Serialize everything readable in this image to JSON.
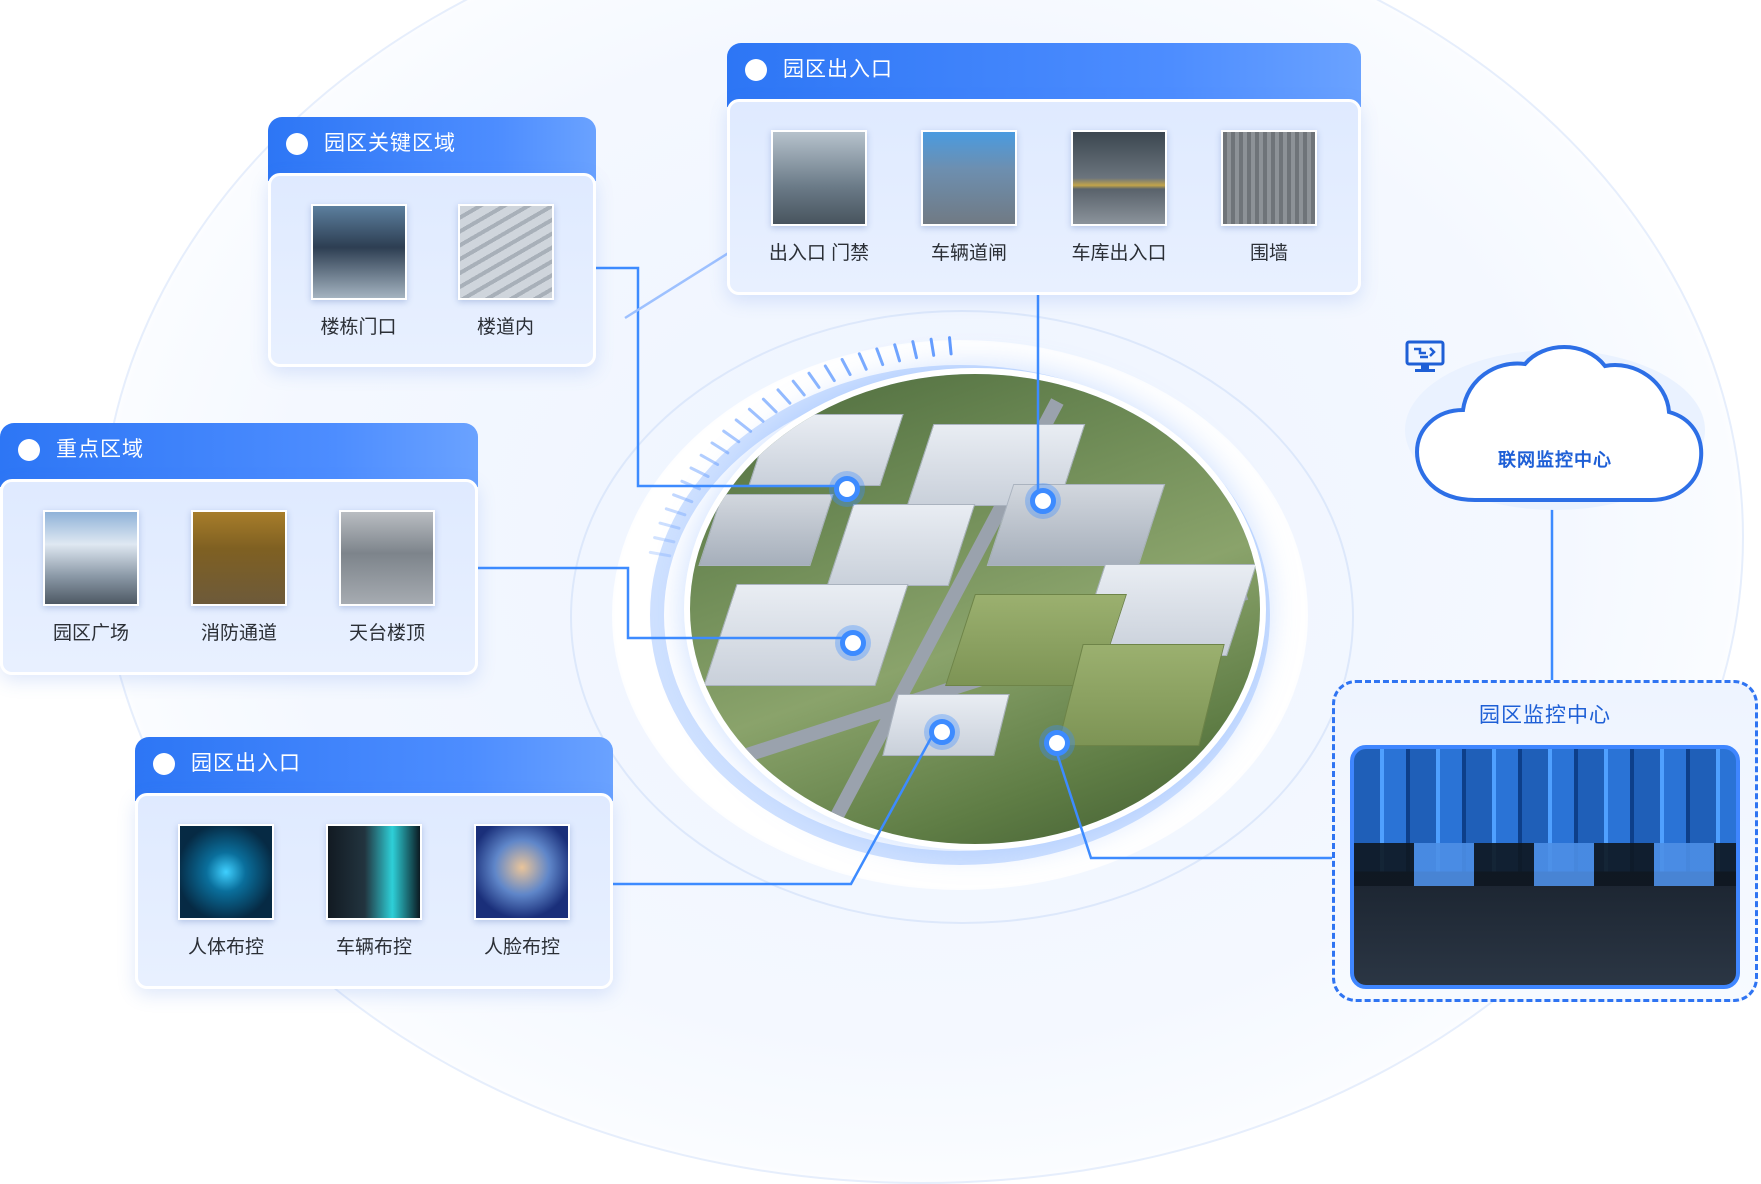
{
  "groups": [
    {
      "id": "key-areas",
      "title": "园区关键区域",
      "items": [
        {
          "label": "楼栋门口",
          "thumb": "building-entrance-photo"
        },
        {
          "label": "楼道内",
          "thumb": "stairwell-photo"
        }
      ]
    },
    {
      "id": "entrances-top",
      "title": "园区出入口",
      "items": [
        {
          "label": "出入口 门禁",
          "thumb": "turnstile-gate-photo"
        },
        {
          "label": "车辆道闸",
          "thumb": "vehicle-barrier-photo"
        },
        {
          "label": "车库出入口",
          "thumb": "garage-entrance-photo"
        },
        {
          "label": "围墙",
          "thumb": "perimeter-wall-photo"
        }
      ]
    },
    {
      "id": "focus-areas",
      "title": "重点区域",
      "items": [
        {
          "label": "园区广场",
          "thumb": "plaza-photo"
        },
        {
          "label": "消防通道",
          "thumb": "fire-lane-photo"
        },
        {
          "label": "天台楼顶",
          "thumb": "rooftop-photo"
        }
      ]
    },
    {
      "id": "entrances-bottom",
      "title": "园区出入口",
      "items": [
        {
          "label": "人体布控",
          "thumb": "body-recognition-photo"
        },
        {
          "label": "车辆布控",
          "thumb": "vehicle-recognition-photo"
        },
        {
          "label": "人脸布控",
          "thumb": "face-recognition-photo"
        }
      ]
    }
  ],
  "cloud": {
    "label": "联网监控中心",
    "icon": "monitor-network-icon"
  },
  "monitoring_center": {
    "title": "园区监控中心",
    "photo": "control-room-video-wall-photo"
  },
  "campus": {
    "image": "campus-aerial-view"
  },
  "colors": {
    "accent": "#2d76f5",
    "accent_light": "#dfeaff",
    "line": "#3d8bff",
    "text": "#2b2f36"
  }
}
